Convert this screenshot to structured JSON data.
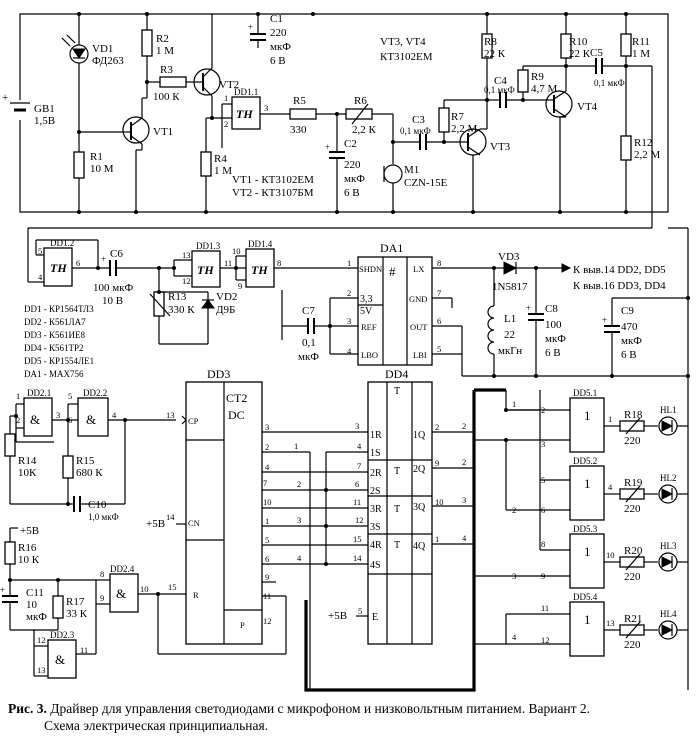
{
  "caption": {
    "figure": "Рис. 3.",
    "line1": "Драйвер для управления светодиодами с микрофоном и низковольтным питанием. Вариант 2.",
    "line2": "Схема электрическая принципиальная."
  },
  "components": {
    "vd1": {
      "ref": "VD1",
      "value": "ФД263"
    },
    "r2": {
      "ref": "R2",
      "value": "1 М"
    },
    "c1": {
      "ref": "C1",
      "v1": "220",
      "v2": "мкФ",
      "v3": "6 В"
    },
    "r3": {
      "ref": "R3",
      "value": "100 К"
    },
    "vt2": {
      "ref": "VT2"
    },
    "vt1": {
      "ref": "VT1"
    },
    "gb1": {
      "ref": "GB1",
      "value": "1,5В"
    },
    "r1": {
      "ref": "R1",
      "value": "10 М"
    },
    "dd11": {
      "ref": "DD1.1",
      "sym": "TH"
    },
    "r4": {
      "ref": "R4",
      "value": "1 М"
    },
    "r5": {
      "ref": "R5",
      "value": "330"
    },
    "r6": {
      "ref": "R6",
      "value": "2,2 К"
    },
    "c2": {
      "ref": "C2",
      "v1": "220",
      "v2": "мкФ",
      "v3": "6 В"
    },
    "vtnote1": "VT1 - КТ3102ЕМ",
    "vtnote2": "VT2 - КТ3107БМ",
    "vt34": {
      "title": "VT3, VT4",
      "type": "КТ3102ЕМ"
    },
    "m1": {
      "ref": "M1",
      "value": "CZN-15E"
    },
    "c3": {
      "ref": "C3",
      "value": "0,1 мкФ"
    },
    "r7": {
      "ref": "R7",
      "value": "2,2 М"
    },
    "vt3": {
      "ref": "VT3"
    },
    "r8": {
      "ref": "R8",
      "value": "22 К"
    },
    "c4": {
      "ref": "C4",
      "value": "0,1 мкФ"
    },
    "r9": {
      "ref": "R9",
      "value": "4,7 М"
    },
    "vt4": {
      "ref": "VT4"
    },
    "r10": {
      "ref": "R10",
      "value": "22 К"
    },
    "c5": {
      "ref": "C5",
      "value": "0,1 мкФ"
    },
    "r11": {
      "ref": "R11",
      "value": "1 М"
    },
    "r12": {
      "ref": "R12",
      "value": "2,2 М"
    },
    "dd12": {
      "ref": "DD1.2",
      "sym": "TH"
    },
    "c6": {
      "ref": "C6",
      "v1": "100 мкФ",
      "v2": "10 В"
    },
    "dd13": {
      "ref": "DD1.3",
      "sym": "TH"
    },
    "dd14": {
      "ref": "DD1.4",
      "sym": "TH"
    },
    "r13": {
      "ref": "R13",
      "value": "330 К"
    },
    "vd2": {
      "ref": "VD2",
      "value": "Д9Б"
    },
    "parts": [
      "DD1 - КР1564ТЛ3",
      "DD2 - К561ЛА7",
      "DD3 - К561ИЕ8",
      "DD4 - К561ТР2",
      "DD5 - КР1554ЛЕ1",
      "DA1 - MAX756"
    ],
    "da1": {
      "ref": "DA1",
      "sym": "#",
      "shdn": "SHDN",
      "v33": "3,3",
      "v5": "5V",
      "ref_pin": "REF",
      "lbo": "LBO",
      "lx": "LX",
      "gnd": "GND",
      "out": "OUT",
      "lbi": "LBI"
    },
    "c7": {
      "ref": "C7",
      "v1": "0,1",
      "v2": "мкФ"
    },
    "vd3": {
      "ref": "VD3",
      "value": "1N5817"
    },
    "out1": "К выв.14  DD2, DD5",
    "out2": "К выв.16  DD3, DD4",
    "l1": {
      "ref": "L1",
      "v1": "22",
      "v2": "мкГн"
    },
    "c8": {
      "ref": "C8",
      "v1": "100",
      "v2": "мкФ",
      "v3": "6 В"
    },
    "c9": {
      "ref": "C9",
      "v1": "470",
      "v2": "мкФ",
      "v3": "6 В"
    },
    "dd21": {
      "ref": "DD2.1",
      "sym": "&"
    },
    "dd22": {
      "ref": "DD2.2",
      "sym": "&"
    },
    "r14": {
      "ref": "R14",
      "value": "10К"
    },
    "r15": {
      "ref": "R15",
      "value": "680 К"
    },
    "c10": {
      "ref": "C10",
      "value": "1,0 мкФ"
    },
    "p5b": "+5В",
    "r16": {
      "ref": "R16",
      "value": "10 К"
    },
    "c11": {
      "ref": "C11",
      "v1": "10",
      "v2": "мкФ"
    },
    "r17": {
      "ref": "R17",
      "value": "33 К"
    },
    "dd24": {
      "ref": "DD2.4",
      "sym": "&"
    },
    "dd23": {
      "ref": "DD2.3",
      "sym": "&"
    },
    "dd3": {
      "ref": "DD3",
      "ct": "CT2",
      "dc": "DC",
      "cp": "CP",
      "cn": "CN",
      "r": "R",
      "p": "P",
      "p5b": "+5В"
    },
    "dd4": {
      "ref": "DD4",
      "t": "T",
      "e": "E",
      "p5b": "+5В"
    },
    "dd5": [
      {
        "ref": "DD5.1",
        "sym": "1",
        "r": "R18",
        "rv": "220",
        "hl": "HL1"
      },
      {
        "ref": "DD5.2",
        "sym": "1",
        "r": "R19",
        "rv": "220",
        "hl": "HL2"
      },
      {
        "ref": "DD5.3",
        "sym": "1",
        "r": "R20",
        "rv": "220",
        "hl": "HL3"
      },
      {
        "ref": "DD5.4",
        "sym": "1",
        "r": "R21",
        "rv": "220",
        "hl": "HL4"
      }
    ]
  }
}
